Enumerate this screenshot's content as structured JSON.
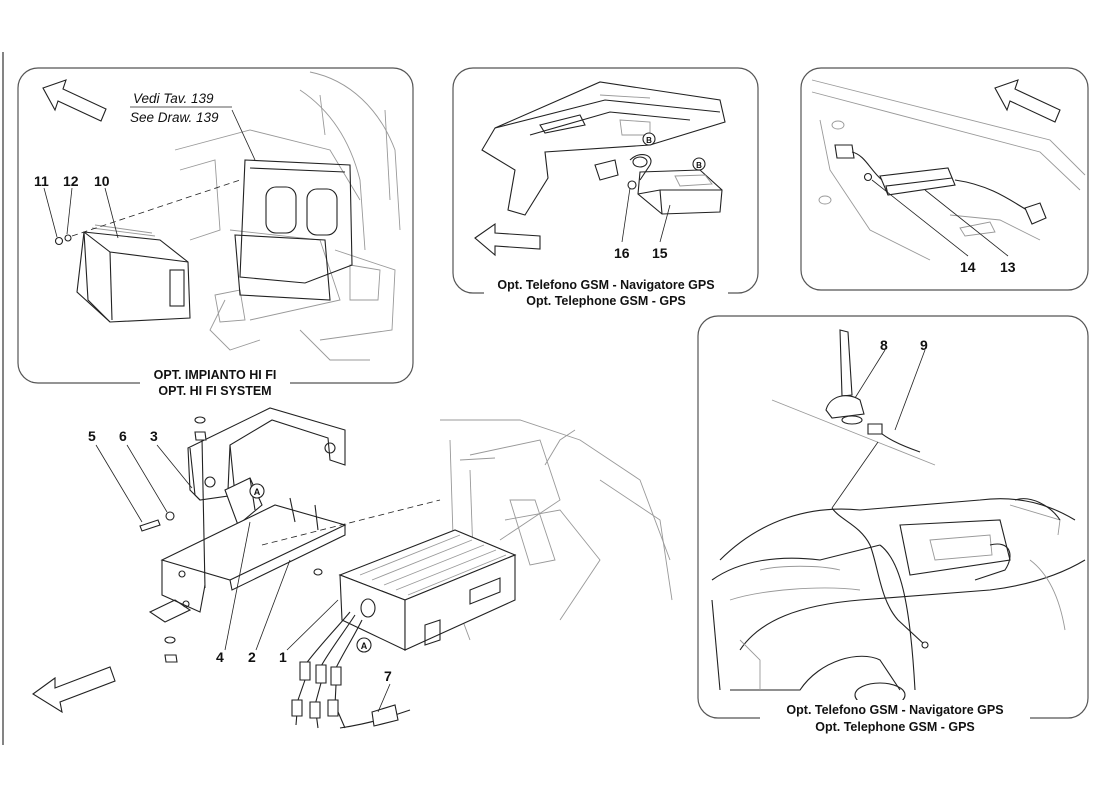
{
  "panels": {
    "hifi": {
      "reference": [
        "Vedi Tav. 139",
        "See Draw. 139"
      ],
      "caption": [
        "OPT. IMPIANTO HI FI",
        "OPT. HI FI SYSTEM"
      ],
      "callouts": [
        "11",
        "12",
        "10"
      ]
    },
    "gsm_top": {
      "caption": [
        "Opt. Telefono GSM - Navigatore GPS",
        "Opt. Telephone GSM - GPS"
      ],
      "callouts": [
        "16",
        "15"
      ],
      "markers": [
        "B",
        "B"
      ]
    },
    "antenna_top": {
      "callouts": [
        "14",
        "13"
      ]
    },
    "gsm_car": {
      "caption": [
        "Opt. Telefono GSM - Navigatore GPS",
        "Opt. Telephone GSM - GPS"
      ],
      "callouts": [
        "8",
        "9"
      ]
    },
    "main": {
      "callouts": [
        "5",
        "6",
        "3",
        "4",
        "2",
        "1",
        "7"
      ],
      "markers": [
        "A",
        "A"
      ]
    }
  }
}
